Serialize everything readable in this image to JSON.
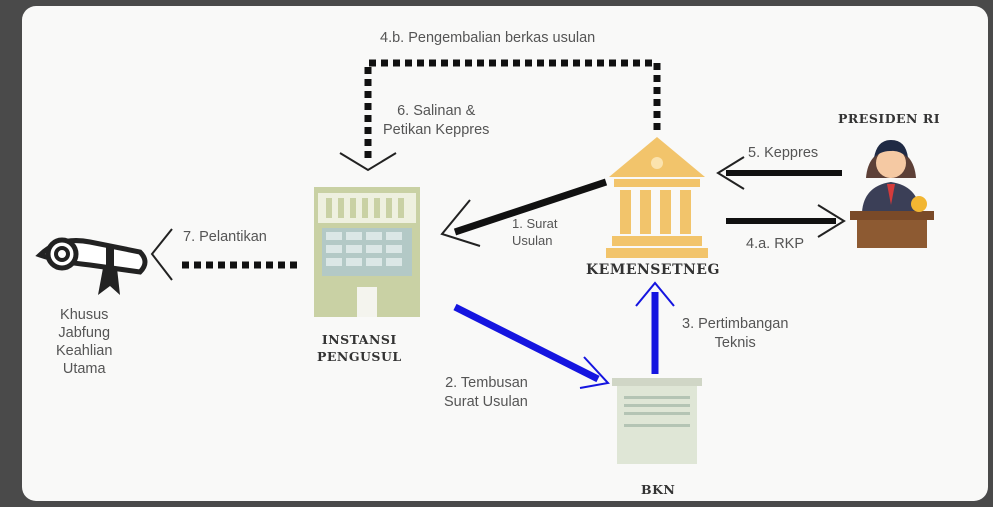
{
  "nodes": {
    "presiden": "PRESIDEN RI",
    "kemensetneg": "KEMENSETNEG",
    "instansi_line1": "INSTANSI",
    "instansi_line2": "PENGUSUL",
    "bkn": "BKN",
    "khusus": [
      "Khusus",
      "Jabfung",
      "Keahlian",
      "Utama"
    ]
  },
  "edges": {
    "e1_line1": "1. Surat",
    "e1_line2": "Usulan",
    "e2_line1": "2. Tembusan",
    "e2_line2": "Surat Usulan",
    "e3_line1": "3. Pertimbangan",
    "e3_line2": "Teknis",
    "e4a": "4.a. RKP",
    "e4b": "4.b. Pengembalian berkas usulan",
    "e5": "5. Keppres",
    "e6_line1": "6. Salinan &",
    "e6_line2": "Petikan Keppres",
    "e7": "7. Pelantikan"
  },
  "colors": {
    "blue_arrow": "#1515e0",
    "black_arrow": "#111111",
    "building_gold": "#f2c46b",
    "instansi_green": "#c9d1a4",
    "bkn_green": "#dfe6d6"
  }
}
